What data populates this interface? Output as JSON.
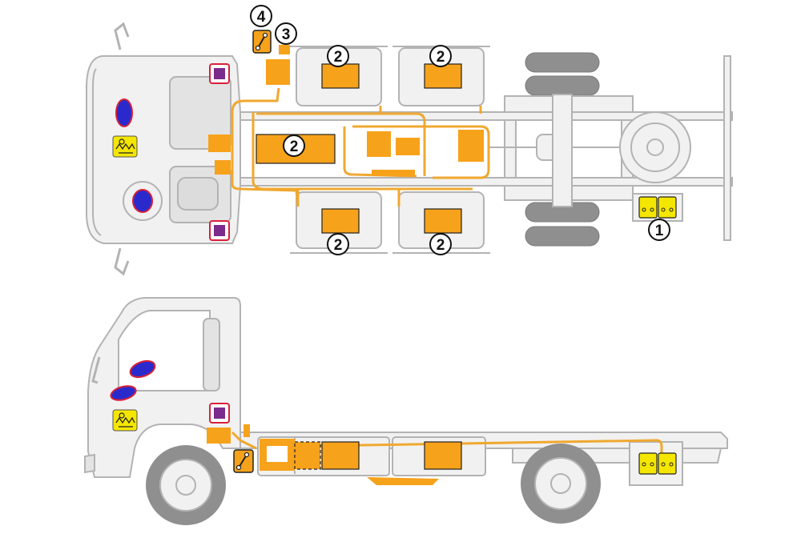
{
  "diagram": {
    "colors": {
      "hv_component": "#f7a21b",
      "hv_cable": "#f0a830",
      "truck_outline": "#b3b3b3",
      "truck_fill": "#f1f1f1",
      "wheel_fill": "#8f8f8f",
      "airbag_blue": "#2a2acc",
      "airbag_rim": "#d8203a",
      "sensor_purple": "#7b2b8c",
      "sensor_frame": "#d8203a",
      "battery_yellow": "#f5e600"
    },
    "callouts": [
      {
        "id": "c1",
        "text": "1"
      },
      {
        "id": "c2a",
        "text": "2"
      },
      {
        "id": "c2b",
        "text": "2"
      },
      {
        "id": "c2c",
        "text": "2"
      },
      {
        "id": "c2d",
        "text": "2"
      },
      {
        "id": "c2e",
        "text": "2"
      },
      {
        "id": "c3",
        "text": "3"
      },
      {
        "id": "c4",
        "text": "4"
      }
    ],
    "icons": {
      "airbag": "airbag-icon",
      "pretensioner": "seatbelt-pretensioner-icon",
      "sensor": "crash-sensor-icon",
      "battery": "12v-battery-icon",
      "service_disconnect": "service-disconnect-icon"
    }
  }
}
